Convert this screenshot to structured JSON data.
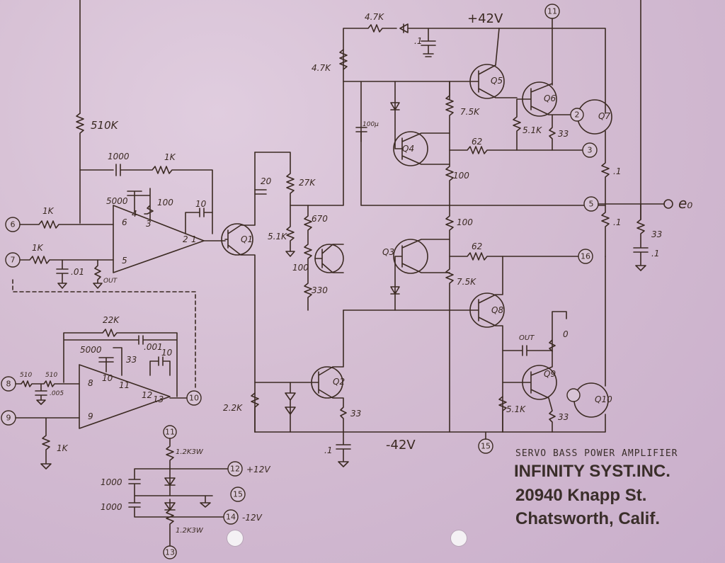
{
  "labels": {
    "title": "SERVO BASS POWER AMPLIFIER",
    "company": "INFINITY SYST.INC.",
    "street": "20940 Knapp St.",
    "city": "Chatsworth, Calif."
  },
  "supplies": {
    "pos": "+42V",
    "neg": "-42V",
    "p12": "+12V",
    "n12": "-12V"
  },
  "output": "e₀",
  "nodes": [
    "6",
    "7",
    "8",
    "9",
    "10",
    "11",
    "12",
    "13",
    "14",
    "15",
    "2",
    "3",
    "5",
    "16",
    "11",
    "15"
  ],
  "transistors": [
    "Q1",
    "Q2",
    "Q3",
    "Q4",
    "Q5",
    "Q6",
    "Q7",
    "Q8",
    "Q9",
    "Q10"
  ],
  "components": {
    "r510k": "510K",
    "c1000": "1000",
    "r1k_fb": "1K",
    "r1k_in6": "1K",
    "r1k_in7": "1K",
    "c01": ".01",
    "c_out": "OUT",
    "c5000a": "5000",
    "r100a": "100",
    "c10a": "10",
    "pin6": "6",
    "pin4": "4",
    "pin3": "3",
    "pin5": "5",
    "pin2": "2",
    "pin1": "1",
    "c20": "20",
    "r27k": "27K",
    "r51k_a": "5.1K",
    "r670": "670",
    "r100_pot": "100",
    "r330": "330",
    "r47k_top": "4.7K",
    "r47k_left": "4.7K",
    "c_1_top": ".1",
    "c100u": "100µ",
    "r75k_top": "7.5K",
    "r51k_b": "5.1K",
    "r33_a": "33",
    "r62_top": "62",
    "r100_mid1": "100",
    "r100_mid2": "100",
    "r62_bot": "62",
    "r75k_bot": "7.5K",
    "c_out2": "OUT",
    "r0": "0",
    "r51k_c": "5.1K",
    "r33_b": "33",
    "r_1_a": ".1",
    "r_1_b": ".1",
    "r33_out": "33",
    "c_1_out": ".1",
    "r22k": "22K",
    "c001": ".001",
    "c5000b": "5000",
    "r33_c": "33",
    "c10b": "10",
    "r510_a": "510",
    "r510_b": "510",
    "c005": ".005",
    "pin8": "8",
    "pin10": "10",
    "pin11": "11",
    "pin12": "12",
    "pin13": "13",
    "pin9": "9",
    "r1k_9": "1K",
    "r22k_2": "2.2K",
    "r33_q2": "33",
    "c_1_bot": ".1",
    "r12k3w_a": "1.2K3W",
    "r12k3w_b": "1.2K3W",
    "c1000_a": "1000",
    "c1000_b": "1000"
  }
}
